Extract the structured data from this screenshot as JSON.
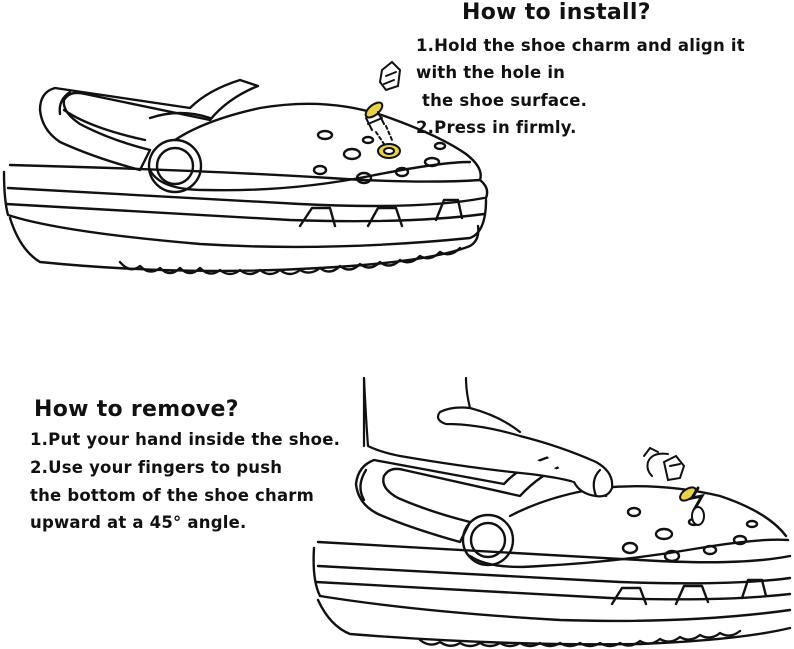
{
  "install": {
    "title": "How to install?",
    "step1_line1": "1.Hold the shoe charm and align it",
    "step1_line2": "with the hole in",
    "step1_line3": "the shoe surface.",
    "step2": "2.Press in firmly."
  },
  "remove": {
    "title": "How to remove?",
    "step1": "1.Put your hand inside the shoe.",
    "step2_line1": "2.Use your fingers to push",
    "step2_line2": "the bottom of the shoe charm",
    "step2_line3": "upward at a 45° angle."
  },
  "colors": {
    "line": "#111111",
    "charm_accent": "#e8d24a",
    "background": "#ffffff"
  },
  "icons": {
    "install_shoe": "clog-shoe-icon",
    "install_charm": "shoe-charm-icon",
    "remove_shoe": "clog-shoe-icon",
    "remove_hand": "hand-icon",
    "remove_charm": "shoe-charm-icon"
  }
}
